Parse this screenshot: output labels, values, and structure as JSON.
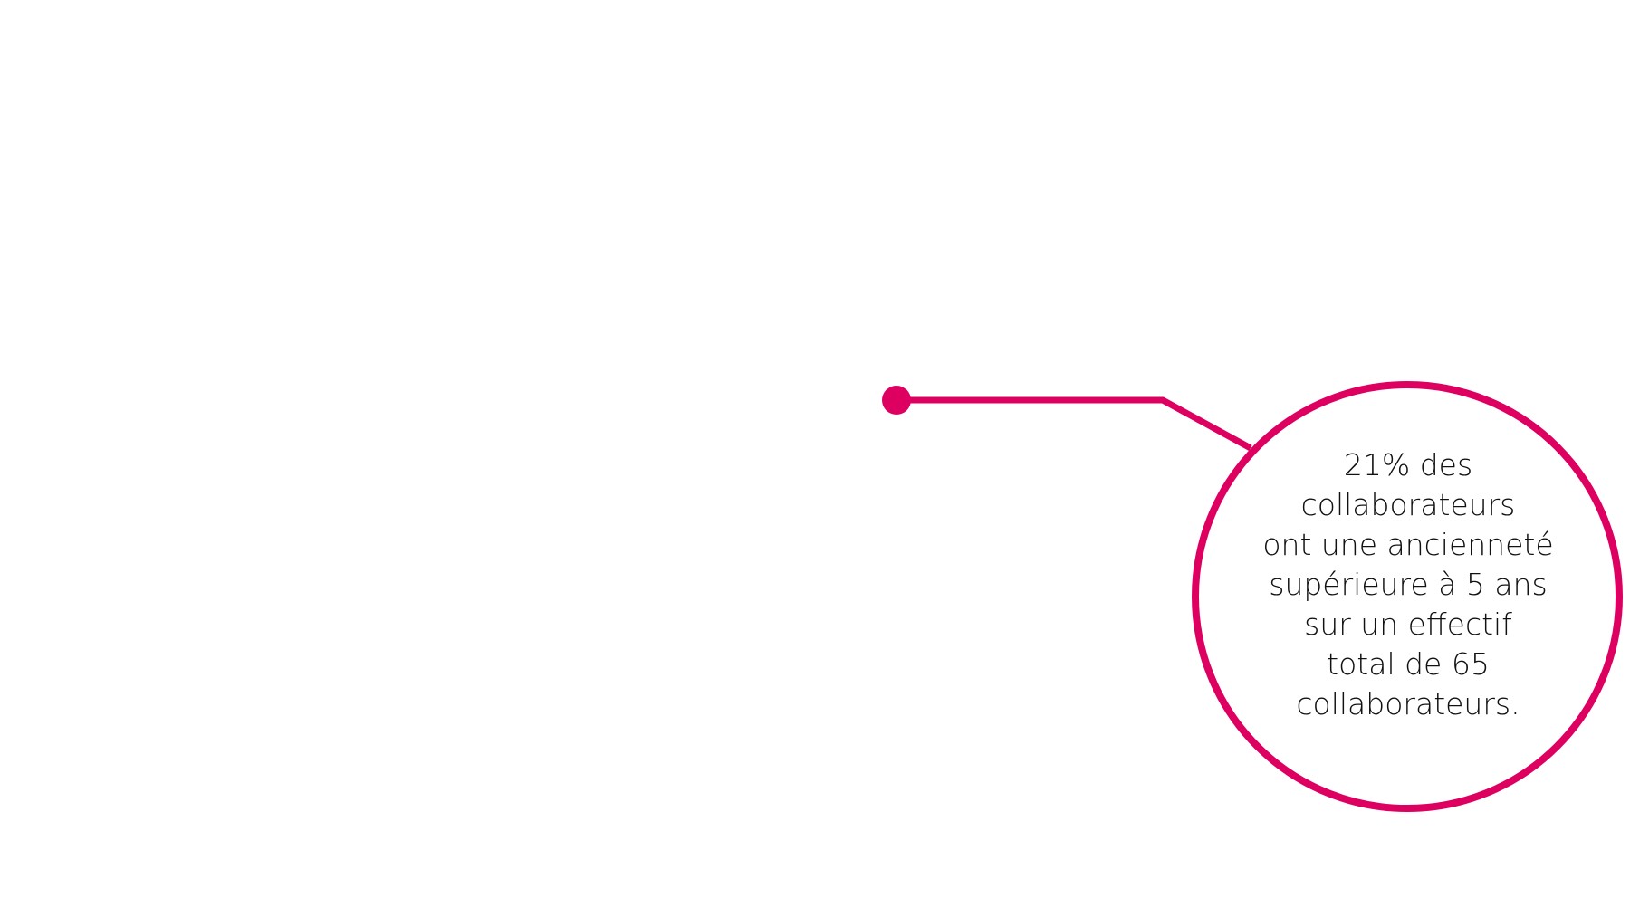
{
  "accent_color": "#DD0060",
  "callout": {
    "lines": [
      "21% des",
      "collaborateurs",
      "ont une ancienneté",
      "supérieure à 5 ans",
      "sur un effectif",
      "total de 65",
      "collaborateurs."
    ]
  }
}
